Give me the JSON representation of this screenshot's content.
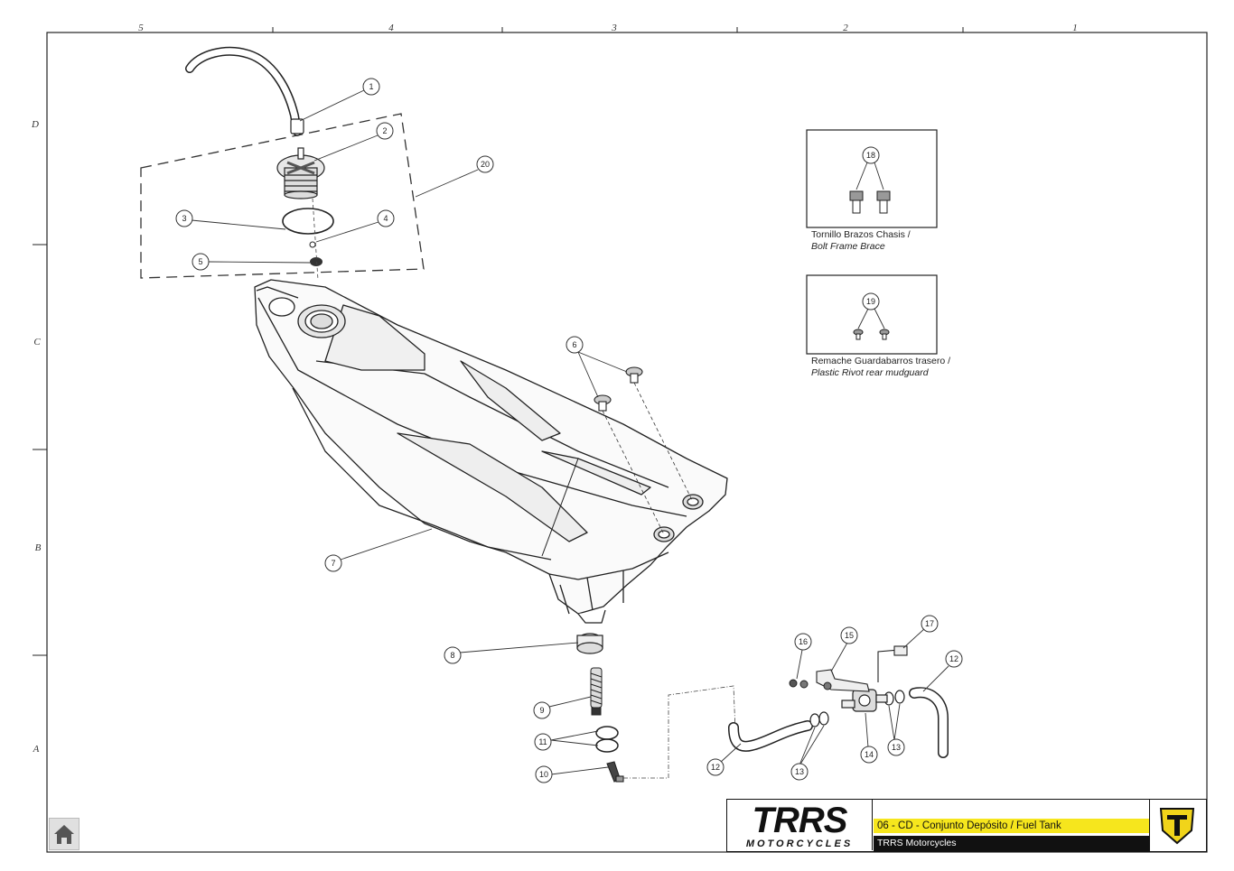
{
  "frame": {
    "columns": [
      "5",
      "4",
      "3",
      "2",
      "1"
    ],
    "rows": [
      "D",
      "C",
      "B",
      "A"
    ]
  },
  "callouts": [
    "1",
    "2",
    "3",
    "4",
    "5",
    "6",
    "7",
    "8",
    "9",
    "10",
    "11",
    "12",
    "12",
    "13",
    "13",
    "14",
    "15",
    "16",
    "17",
    "18",
    "19",
    "20"
  ],
  "insets": [
    {
      "part_number": "18",
      "label_es": "Tornillo Brazos Chasis /",
      "label_en": "Bolt Frame Brace"
    },
    {
      "part_number": "19",
      "label_es": "Remache Guardabarros trasero /",
      "label_en": "Plastic Rivot rear mudguard"
    }
  ],
  "title_block": {
    "logo_text": "TRRS",
    "logo_subtext": "MOTORCYCLES",
    "drawing_title": "06 - CD - Conjunto Depósito / Fuel Tank",
    "company": "TRRS Motorcycles"
  },
  "colors": {
    "title_bar": "#f6e61d",
    "company_bar": "#111111",
    "brand_mark": "#f1d41a"
  },
  "icons": {
    "home_button": "home-icon"
  }
}
